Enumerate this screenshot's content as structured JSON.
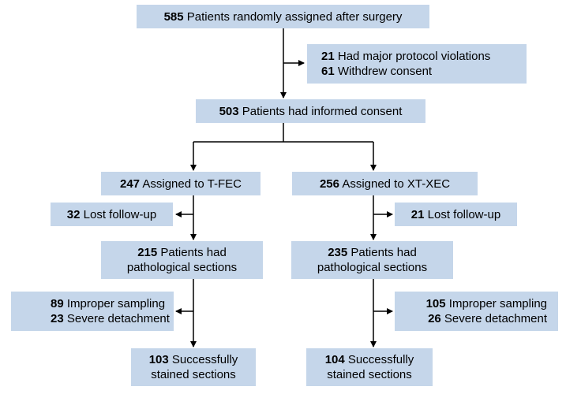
{
  "boxes": {
    "randomized": {
      "num": "585",
      "text": "Patients randomly assigned after surgery"
    },
    "excluded": [
      {
        "num": "21",
        "text": "Had major protocol violations"
      },
      {
        "num": "61",
        "text": "Withdrew consent"
      }
    ],
    "consent": {
      "num": "503",
      "text": "Patients had informed consent"
    },
    "left_arm": {
      "assigned": {
        "num": "247",
        "text": "Assigned to T-FEC"
      },
      "lost": {
        "num": "32",
        "text": "Lost follow-up"
      },
      "pathology": {
        "num": "215",
        "text1": "Patients had",
        "text2": "pathological sections"
      },
      "excluded": [
        {
          "num": "89",
          "text": "Improper sampling"
        },
        {
          "num": "23",
          "text": "Severe detachment"
        }
      ],
      "stained": {
        "num": "103",
        "text1": "Successfully",
        "text2": "stained sections"
      }
    },
    "right_arm": {
      "assigned": {
        "num": "256",
        "text": "Assigned to XT-XEC"
      },
      "lost": {
        "num": "21",
        "text": "Lost follow-up"
      },
      "pathology": {
        "num": "235",
        "text1": "Patients had",
        "text2": "pathological sections"
      },
      "excluded": [
        {
          "num": "105",
          "text": "Improper sampling"
        },
        {
          "num": "26",
          "text": "Severe detachment"
        }
      ],
      "stained": {
        "num": "104",
        "text1": "Successfully",
        "text2": "stained sections"
      }
    }
  }
}
